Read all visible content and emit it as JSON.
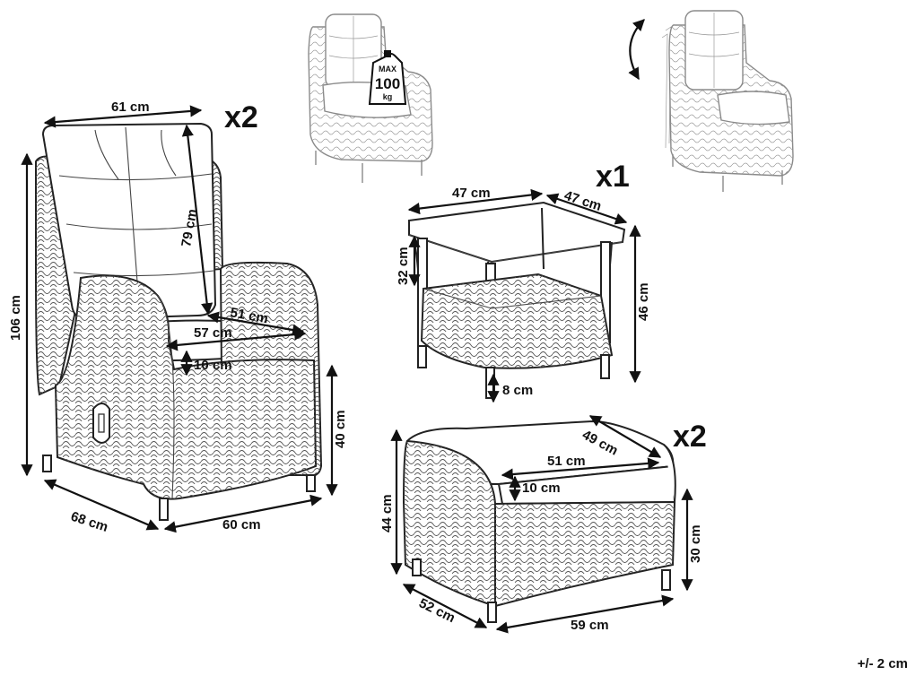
{
  "diagram": {
    "quantities": {
      "chair": "x2",
      "table": "x1",
      "footstool": "x2"
    },
    "badge": {
      "line1": "MAX",
      "line2": "100",
      "line3": "kg"
    },
    "chair_dims": {
      "width_top": "61 cm",
      "backrest": "79 cm",
      "total_height": "106 cm",
      "seat_depth": "51 cm",
      "seat_width": "57 cm",
      "cushion": "10 cm",
      "seat_height": "40 cm",
      "depth": "68 cm",
      "width": "60 cm"
    },
    "table_dims": {
      "width": "47 cm",
      "depth": "47 cm",
      "shelf_gap": "32 cm",
      "height": "46 cm",
      "clearance": "8 cm"
    },
    "stool_dims": {
      "depth_top": "49 cm",
      "top_width": "51 cm",
      "cushion": "10 cm",
      "height": "44 cm",
      "frame_height": "30 cm",
      "depth": "52 cm",
      "width": "59 cm"
    },
    "tolerance": "+/- 2 cm"
  }
}
